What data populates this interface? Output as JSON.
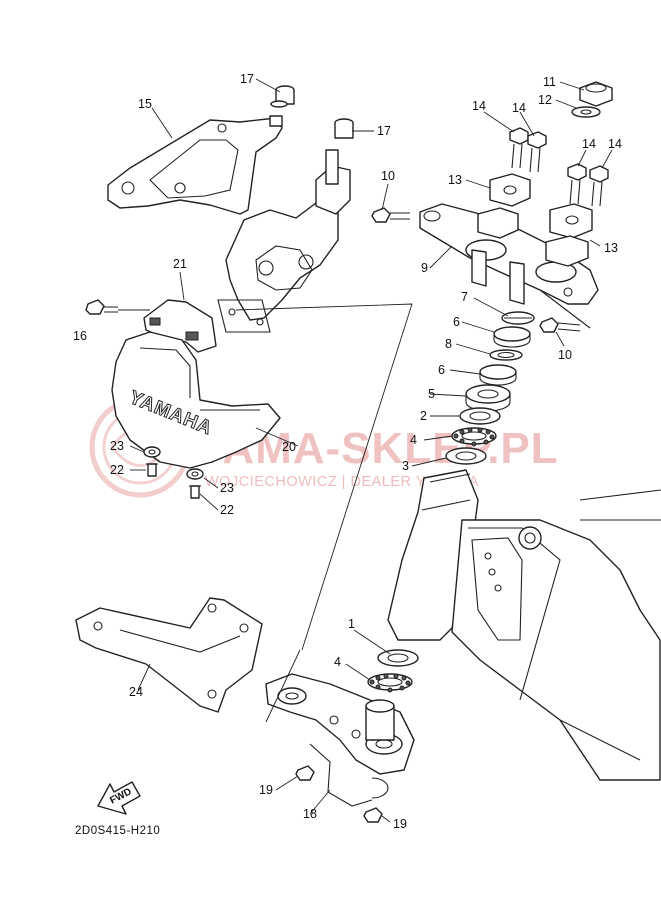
{
  "diagram": {
    "drawing_code": "2D0S415-H210",
    "fwd_label": "FWD",
    "brand_on_cover": "YAMAHA",
    "watermark": {
      "main": "YAMA-SKLEP.PL",
      "sub": "WOJCIECHOWICZ | DEALER YAMAHA",
      "colors": {
        "primary": "#e38f8f"
      }
    },
    "callouts": [
      {
        "id": "c17a",
        "label": "17"
      },
      {
        "id": "c15",
        "label": "15"
      },
      {
        "id": "c17b",
        "label": "17"
      },
      {
        "id": "c11",
        "label": "11"
      },
      {
        "id": "c12",
        "label": "12"
      },
      {
        "id": "c14a",
        "label": "14"
      },
      {
        "id": "c14b",
        "label": "14"
      },
      {
        "id": "c14c",
        "label": "14"
      },
      {
        "id": "c14d",
        "label": "14"
      },
      {
        "id": "c13a",
        "label": "13"
      },
      {
        "id": "c10a",
        "label": "10"
      },
      {
        "id": "c13b",
        "label": "13"
      },
      {
        "id": "c9",
        "label": "9"
      },
      {
        "id": "c21",
        "label": "21"
      },
      {
        "id": "c16",
        "label": "16"
      },
      {
        "id": "c7",
        "label": "7"
      },
      {
        "id": "c6a",
        "label": "6"
      },
      {
        "id": "c10b",
        "label": "10"
      },
      {
        "id": "c8",
        "label": "8"
      },
      {
        "id": "c6b",
        "label": "6"
      },
      {
        "id": "c5",
        "label": "5"
      },
      {
        "id": "c2",
        "label": "2"
      },
      {
        "id": "c20",
        "label": "20"
      },
      {
        "id": "c4a",
        "label": "4"
      },
      {
        "id": "c3",
        "label": "3"
      },
      {
        "id": "c23a",
        "label": "23"
      },
      {
        "id": "c22a",
        "label": "22"
      },
      {
        "id": "c23b",
        "label": "23"
      },
      {
        "id": "c22b",
        "label": "22"
      },
      {
        "id": "c1",
        "label": "1"
      },
      {
        "id": "c24",
        "label": "24"
      },
      {
        "id": "c4b",
        "label": "4"
      },
      {
        "id": "c19a",
        "label": "19"
      },
      {
        "id": "c18",
        "label": "18"
      },
      {
        "id": "c19b",
        "label": "19"
      }
    ]
  }
}
